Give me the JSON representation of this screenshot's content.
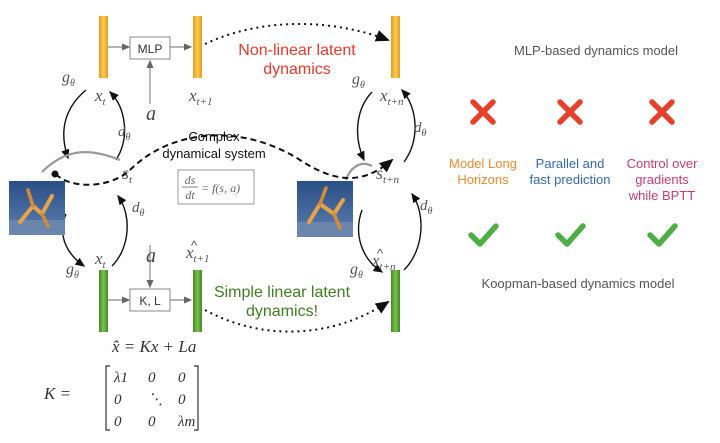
{
  "colors": {
    "orange_bar": "#f0b43c",
    "green_bar": "#5fa23a",
    "red_title": "#e8392a",
    "green_title": "#3e7f1e",
    "cross": "#e5402c",
    "check": "#4cae43",
    "col1": "#ee8a2d",
    "col2": "#3569ad",
    "col3": "#c93a78"
  },
  "top": {
    "x_t": "x",
    "x_t_sub": "t",
    "x_t1_sub": "t+1",
    "x_tn_sub": "t+n",
    "mlp_label": "MLP",
    "a_label": "a",
    "g_label": "g",
    "theta": "θ",
    "d_label": "d",
    "title_line1": "Non-linear latent",
    "title_line2": "dynamics"
  },
  "middle": {
    "complex_line1": "Complex",
    "complex_line2": "dynamical system",
    "s_t": "s",
    "s_t_sub": "t",
    "s_tn_sub": "t+n",
    "eq_num": "ds",
    "eq_den": "dt",
    "eq_rhs": "= f(s, a)"
  },
  "bottom": {
    "kl_label": "K, L",
    "title_line1": "Simple linear latent",
    "title_line2": "dynamics!",
    "update_eq": "x̂ = Kx + La",
    "k_lhs": "K =",
    "matrix": [
      [
        "λ1",
        "0",
        "0"
      ],
      [
        "0",
        "⋱",
        "0"
      ],
      [
        "0",
        "0",
        "λm"
      ]
    ]
  },
  "right": {
    "mlp_heading": "MLP-based dynamics model",
    "koopman_heading": "Koopman-based dynamics model",
    "criteria": [
      {
        "line1": "Model Long",
        "line2": "Horizons"
      },
      {
        "line1": "Parallel and",
        "line2": "fast prediction"
      },
      {
        "line1": "Control over",
        "line2": "gradients",
        "line3": "while BPTT"
      }
    ],
    "mlp_marks": [
      "cross-icon",
      "cross-icon",
      "cross-icon"
    ],
    "koopman_marks": [
      "check-icon",
      "check-icon",
      "check-icon"
    ]
  }
}
